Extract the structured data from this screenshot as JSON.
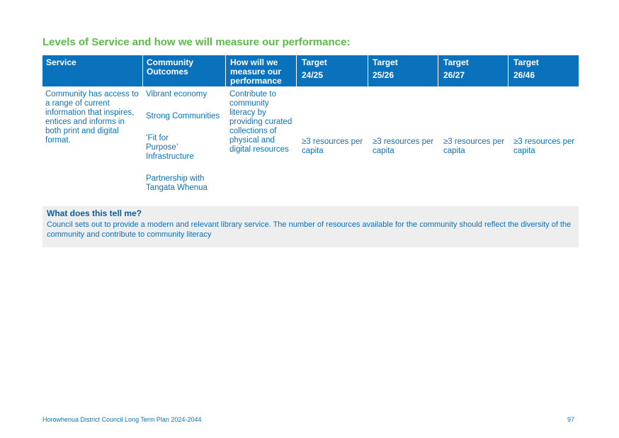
{
  "title": "Levels of Service and how we will measure our performance:",
  "table": {
    "headers": [
      {
        "line1": "Service",
        "line2": ""
      },
      {
        "line1": "Community Outcomes",
        "line2": ""
      },
      {
        "line1": "How will we measure our performance",
        "line2": ""
      },
      {
        "line1": "Target",
        "line2": "24/25"
      },
      {
        "line1": "Target",
        "line2": "25/26"
      },
      {
        "line1": "Target",
        "line2": "26/27"
      },
      {
        "line1": "Target",
        "line2": "26/46"
      }
    ],
    "row": {
      "service": "Community has access to a range of current information that inspires, entices and informs in both print and digital format.",
      "outcomes": [
        "Vibrant economy",
        "Strong Communities",
        "‘Fit for Purpose’ Infrastructure",
        "Partnership with Tangata Whenua"
      ],
      "measure": "Contribute to community literacy by providing curated collections of physical and digital resources",
      "targets": [
        "≥3 resources per capita",
        "≥3 resources per capita",
        "≥3 resources per capita",
        "≥3 resources per capita"
      ]
    }
  },
  "note": {
    "heading": "What does this tell me?",
    "text": "Council sets out to provide a modern and relevant library service. The number of resources available for the community should reflect the diversity of the community and contribute to community literacy"
  },
  "footer": {
    "left": "Horowhenua District Council Long Term Plan 2024-2044",
    "page": "97"
  },
  "colors": {
    "title_green": "#5cb94a",
    "header_blue": "#0a72bc",
    "text_blue": "#0a72bc",
    "note_bg": "#eeeeee"
  }
}
